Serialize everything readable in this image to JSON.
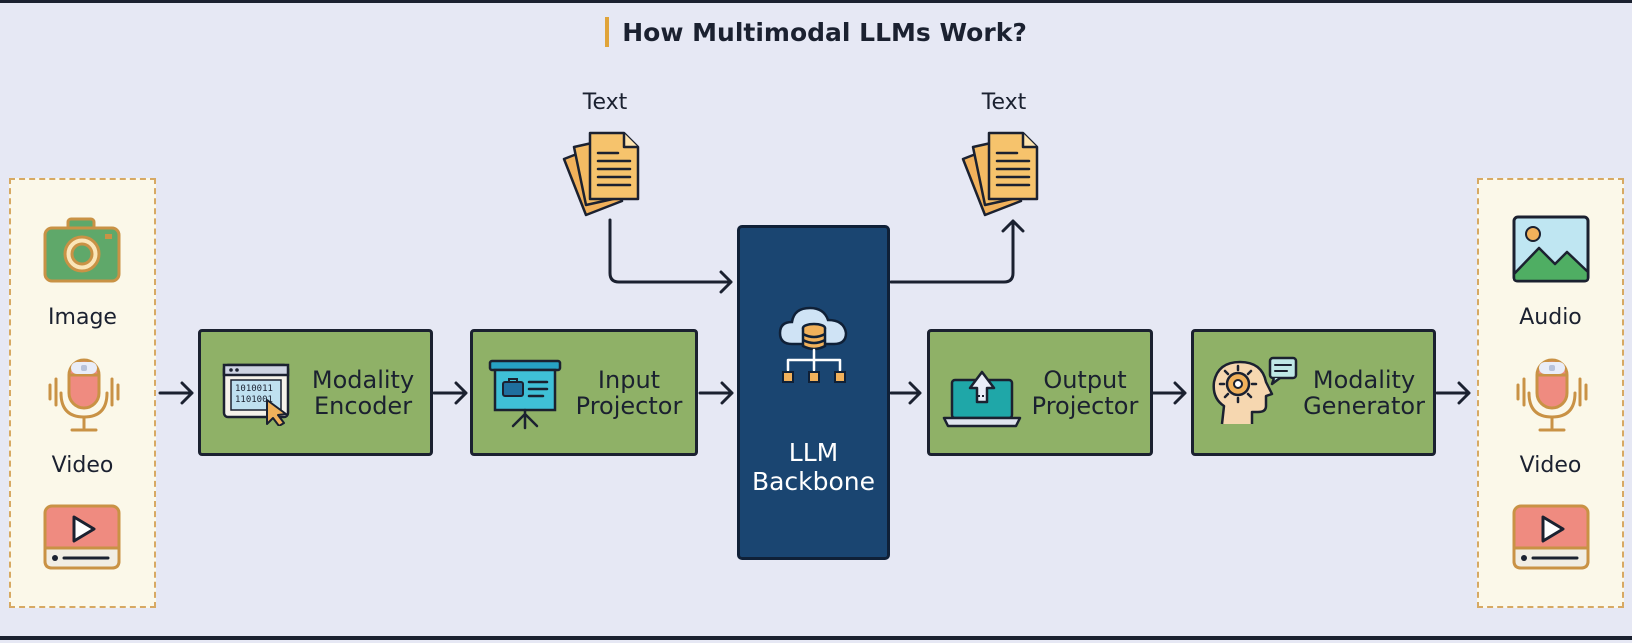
{
  "title": "How Multimodal LLMs Work?",
  "inputs": {
    "items": [
      {
        "label": "Image",
        "icon": "camera-icon"
      },
      {
        "label": "Video",
        "icon": "microphone-icon"
      },
      {
        "label": "",
        "icon": "video-player-icon"
      }
    ]
  },
  "outputs": {
    "items": [
      {
        "label": "Audio",
        "icon": "image-icon"
      },
      {
        "label": "Video",
        "icon": "microphone-icon"
      },
      {
        "label": "",
        "icon": "video-player-icon"
      }
    ]
  },
  "text_in": {
    "label": "Text",
    "icon": "document-stack-icon"
  },
  "text_out": {
    "label": "Text",
    "icon": "document-stack-icon"
  },
  "stages": [
    {
      "line1": "Modality",
      "line2": "Encoder",
      "icon": "binary-window-icon"
    },
    {
      "line1": "Input",
      "line2": "Projector",
      "icon": "presentation-board-icon"
    },
    {
      "line1": "Output",
      "line2": "Projector",
      "icon": "laptop-upload-icon"
    },
    {
      "line1": "Modality",
      "line2": "Generator",
      "icon": "ai-head-icon"
    }
  ],
  "llm": {
    "line1": "LLM",
    "line2": "Backbone",
    "icon": "cloud-database-icon"
  },
  "colors": {
    "background": "#e6e8f4",
    "stage_fill": "#8fb167",
    "llm_fill": "#1a4571",
    "panel_fill": "#fbf8e9",
    "panel_border": "#d7a963",
    "accent": "#e0a43a",
    "ink": "#1b2130"
  }
}
